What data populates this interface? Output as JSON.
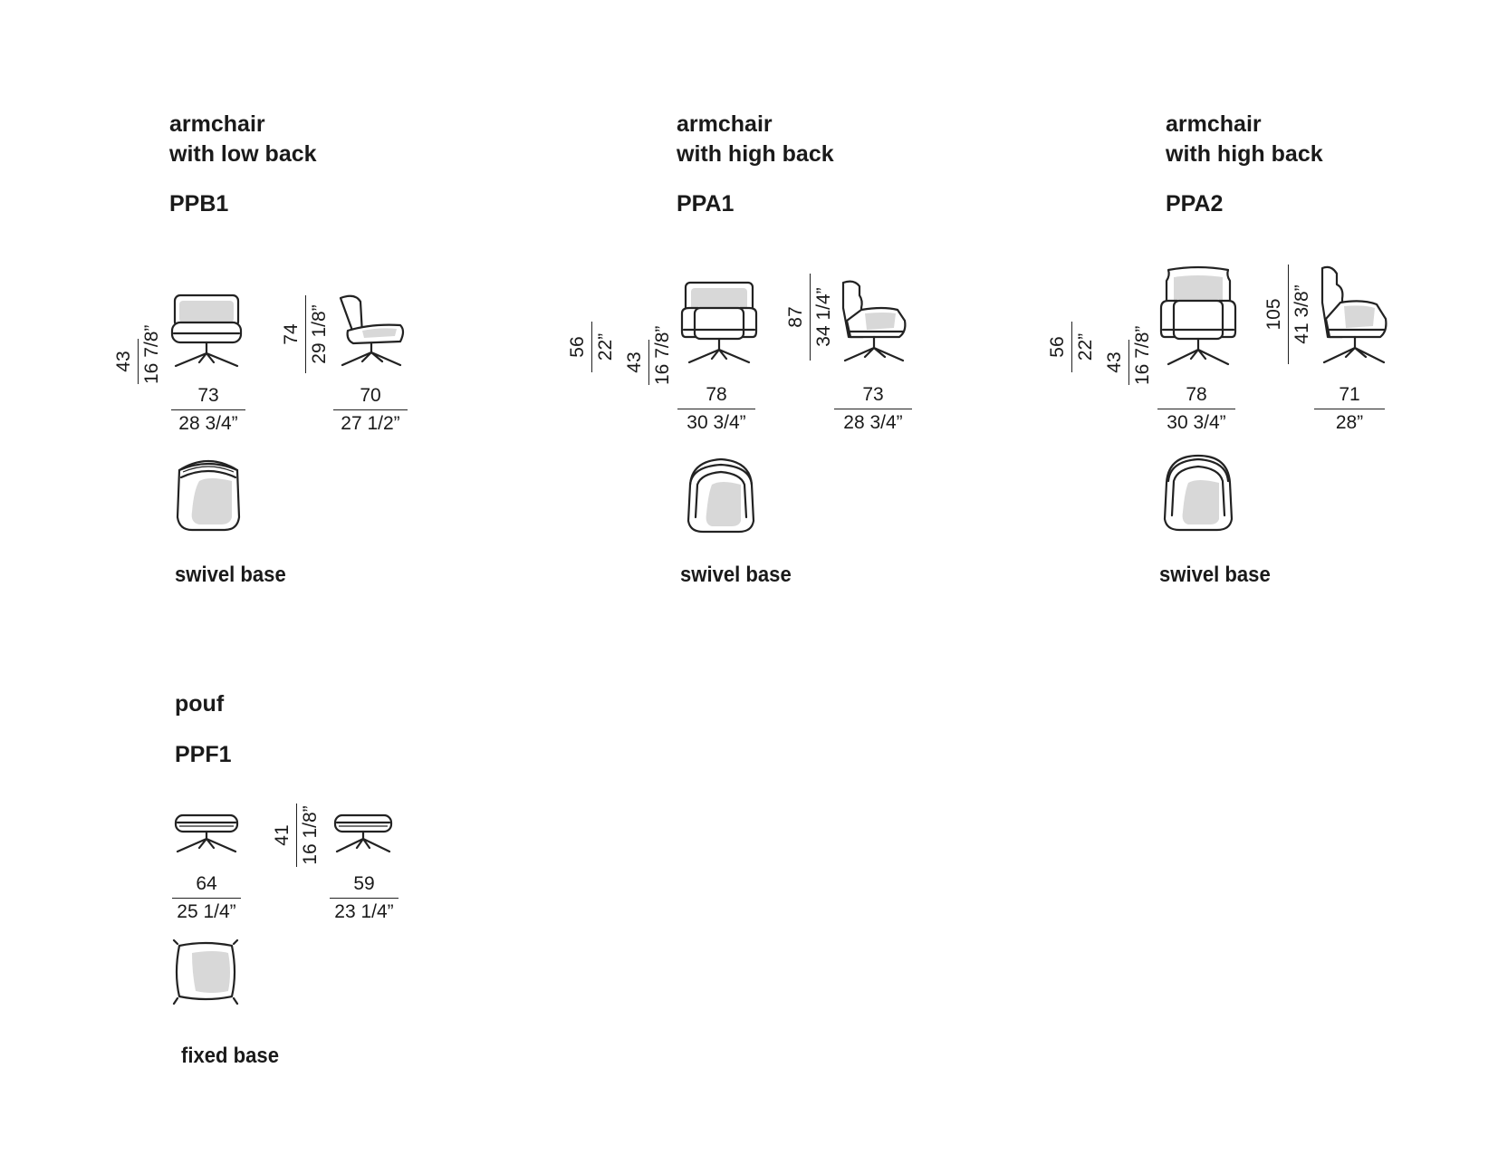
{
  "products": [
    {
      "id": "ppb1",
      "title_line1": "armchair",
      "title_line2": "with low back",
      "code": "PPB1",
      "base": "swivel base",
      "height_seat": {
        "cm": "43",
        "in": "16 7/8”"
      },
      "height_total": {
        "cm": "74",
        "in": "29 1/8”"
      },
      "width": {
        "cm": "73",
        "in": "28 3/4”"
      },
      "depth": {
        "cm": "70",
        "in": "27 1/2”"
      }
    },
    {
      "id": "ppa1",
      "title_line1": "armchair",
      "title_line2": "with high back",
      "code": "PPA1",
      "base": "swivel base",
      "height_arm": {
        "cm": "56",
        "in": "22”"
      },
      "height_seat": {
        "cm": "43",
        "in": "16 7/8”"
      },
      "height_total": {
        "cm": "87",
        "in": "34 1/4”"
      },
      "width": {
        "cm": "78",
        "in": "30 3/4”"
      },
      "depth": {
        "cm": "73",
        "in": "28 3/4”"
      }
    },
    {
      "id": "ppa2",
      "title_line1": "armchair",
      "title_line2": "with high back",
      "code": "PPA2",
      "base": "swivel base",
      "height_arm": {
        "cm": "56",
        "in": "22”"
      },
      "height_seat": {
        "cm": "43",
        "in": "16 7/8”"
      },
      "height_total": {
        "cm": "105",
        "in": "41 3/8”"
      },
      "width": {
        "cm": "78",
        "in": "30 3/4”"
      },
      "depth": {
        "cm": "71",
        "in": "28”"
      }
    },
    {
      "id": "ppf1",
      "title_line1": "pouf",
      "code": "PPF1",
      "base": "fixed base",
      "height_total": {
        "cm": "41",
        "in": "16 1/8”"
      },
      "width": {
        "cm": "64",
        "in": "25 1/4”"
      },
      "depth": {
        "cm": "59",
        "in": "23 1/4”"
      }
    }
  ]
}
